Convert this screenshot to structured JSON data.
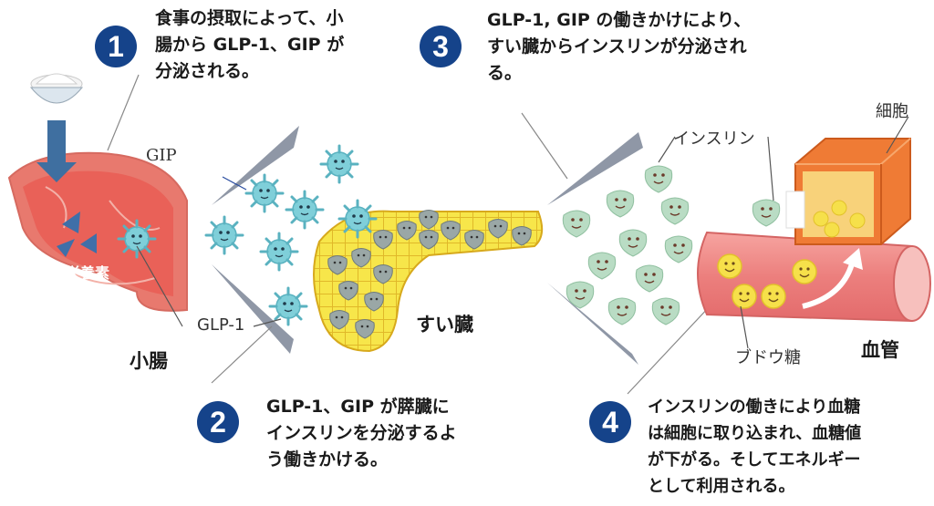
{
  "steps": [
    {
      "num": "1",
      "text_lines": [
        "食事の摂取によって、小",
        "腸から GLP-1、GIP が",
        "分泌される。"
      ]
    },
    {
      "num": "2",
      "text_lines": [
        "GLP-1、GIP が膵臓に",
        "インスリンを分泌するよ",
        "う働きかける。"
      ]
    },
    {
      "num": "3",
      "text_lines": [
        "GLP-1, GIP の働きかけにより、",
        "すい臓からインスリンが分泌され",
        "る。"
      ]
    },
    {
      "num": "4",
      "text_lines": [
        "インスリンの働きにより血糖",
        "は細胞に取り込まれ、血糖値",
        "が下がる。そしてエネルギー",
        "として利用される。"
      ]
    }
  ],
  "labels": {
    "gip": "GIP",
    "glp1": "GLP-1",
    "nutrients": "栄養素",
    "small_intestine": "小腸",
    "pancreas": "すい臓",
    "insulin": "インスリン",
    "cell": "細胞",
    "glucose": "ブドウ糖",
    "blood_vessel": "血管",
    "hormone_tag": "GLP-1"
  },
  "colors": {
    "badge": "#15438a",
    "intestine": "#e8796e",
    "pancreas": "#f7e64a",
    "hormone": "#7fcfd9",
    "insulin": "#b9dcc4",
    "vessel": "#f08a88",
    "glucose": "#f6e04a",
    "cell": "#ef7b35"
  }
}
